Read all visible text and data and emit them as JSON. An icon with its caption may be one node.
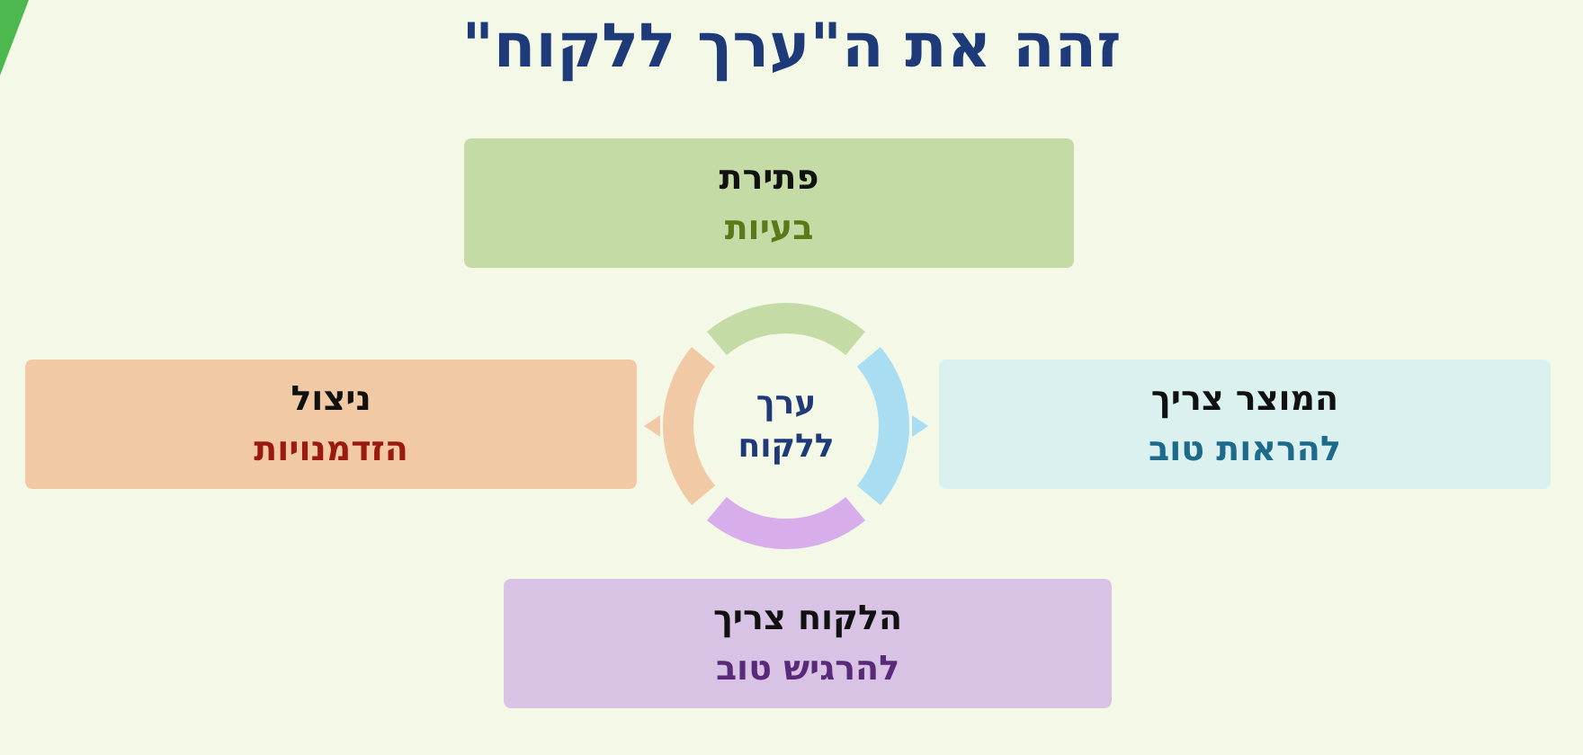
{
  "diagram": {
    "title": "זהה את ה\"ערך ללקוח\"",
    "nodes": [
      {
        "text": [
          "פתירת",
          "בעיות"
        ]
      },
      {
        "text": [
          "ניצול",
          "הזדמנויות"
        ]
      },
      {
        "text": [
          "ערך ללקוח"
        ]
      },
      {
        "text": [
          "המוצר צריך",
          "להראות טוב"
        ]
      },
      {
        "text": [
          "הלקוח צריך",
          "להרגיש טוב"
        ]
      }
    ]
  }
}
